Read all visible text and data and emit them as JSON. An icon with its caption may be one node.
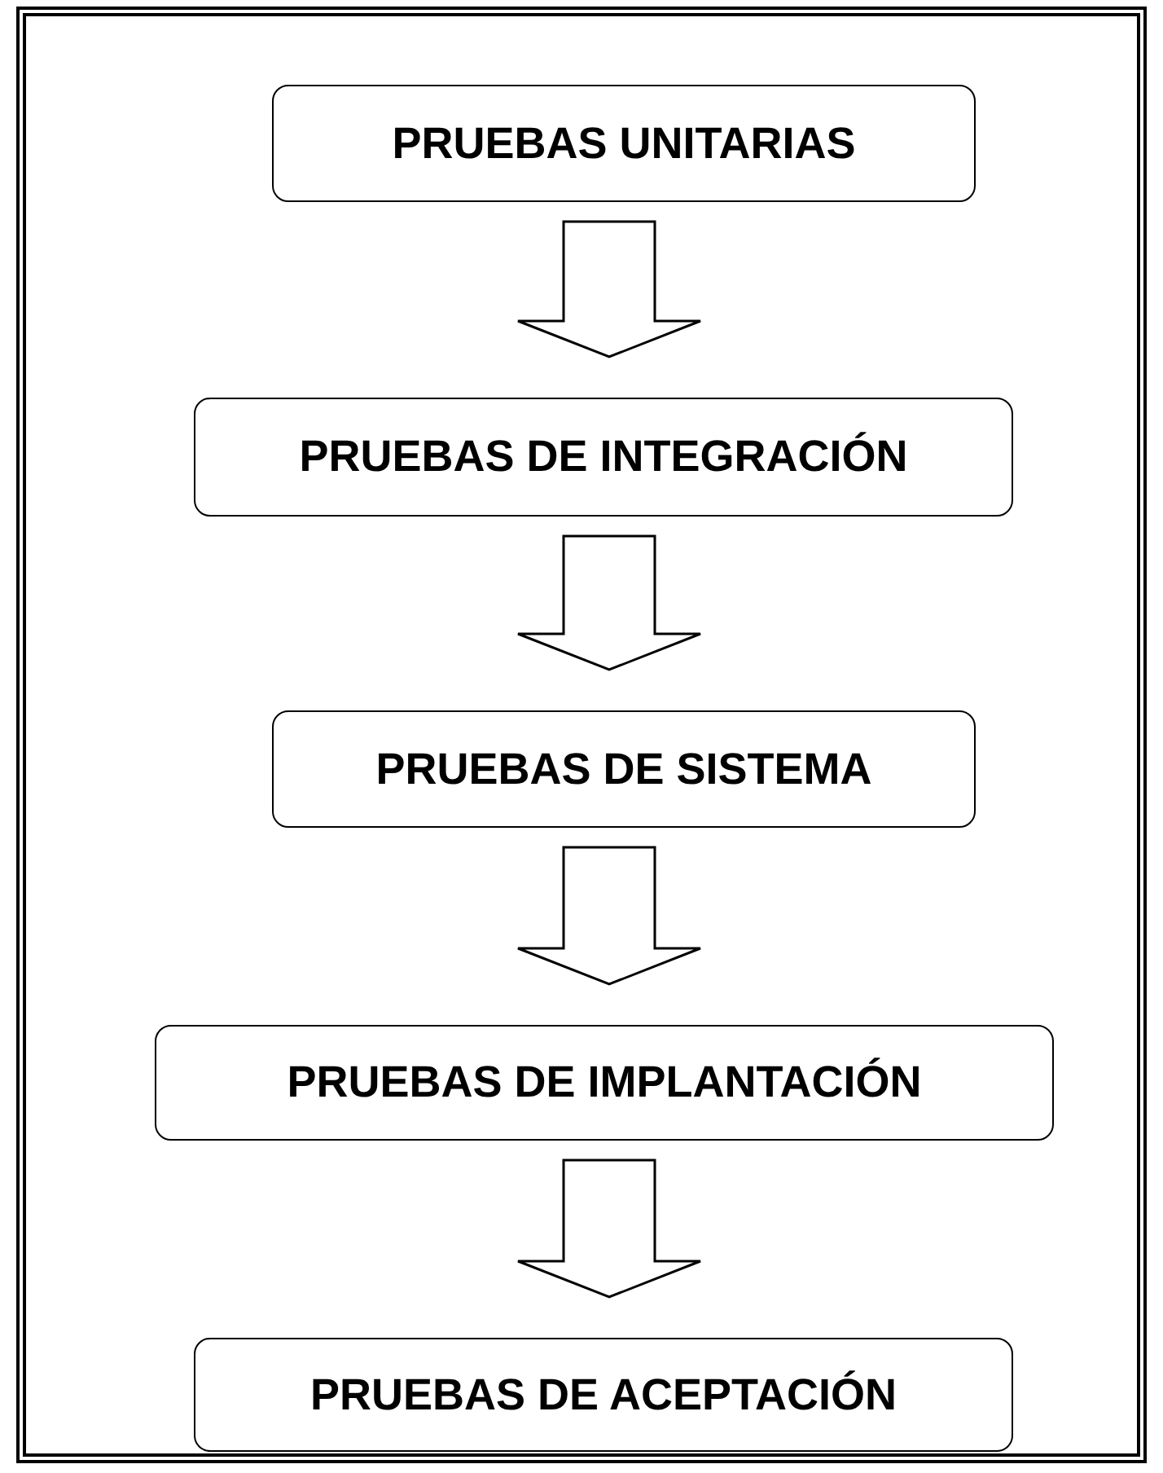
{
  "diagram": {
    "nodes": [
      {
        "text": [
          "PRUEBAS UNITARIAS"
        ]
      },
      {
        "text": [
          "PRUEBAS DE INTEGRACIÓN"
        ]
      },
      {
        "text": [
          "PRUEBAS DE SISTEMA"
        ]
      },
      {
        "text": [
          "PRUEBAS DE IMPLANTACIÓN"
        ]
      },
      {
        "text": [
          "PRUEBAS DE ACEPTACIÓN"
        ]
      }
    ],
    "edges": [
      {
        "from": 0,
        "to": 1,
        "arrow": "to"
      },
      {
        "from": 1,
        "to": 2,
        "arrow": "to"
      },
      {
        "from": 2,
        "to": 3,
        "arrow": "to"
      },
      {
        "from": 3,
        "to": 4,
        "arrow": "to"
      }
    ]
  }
}
